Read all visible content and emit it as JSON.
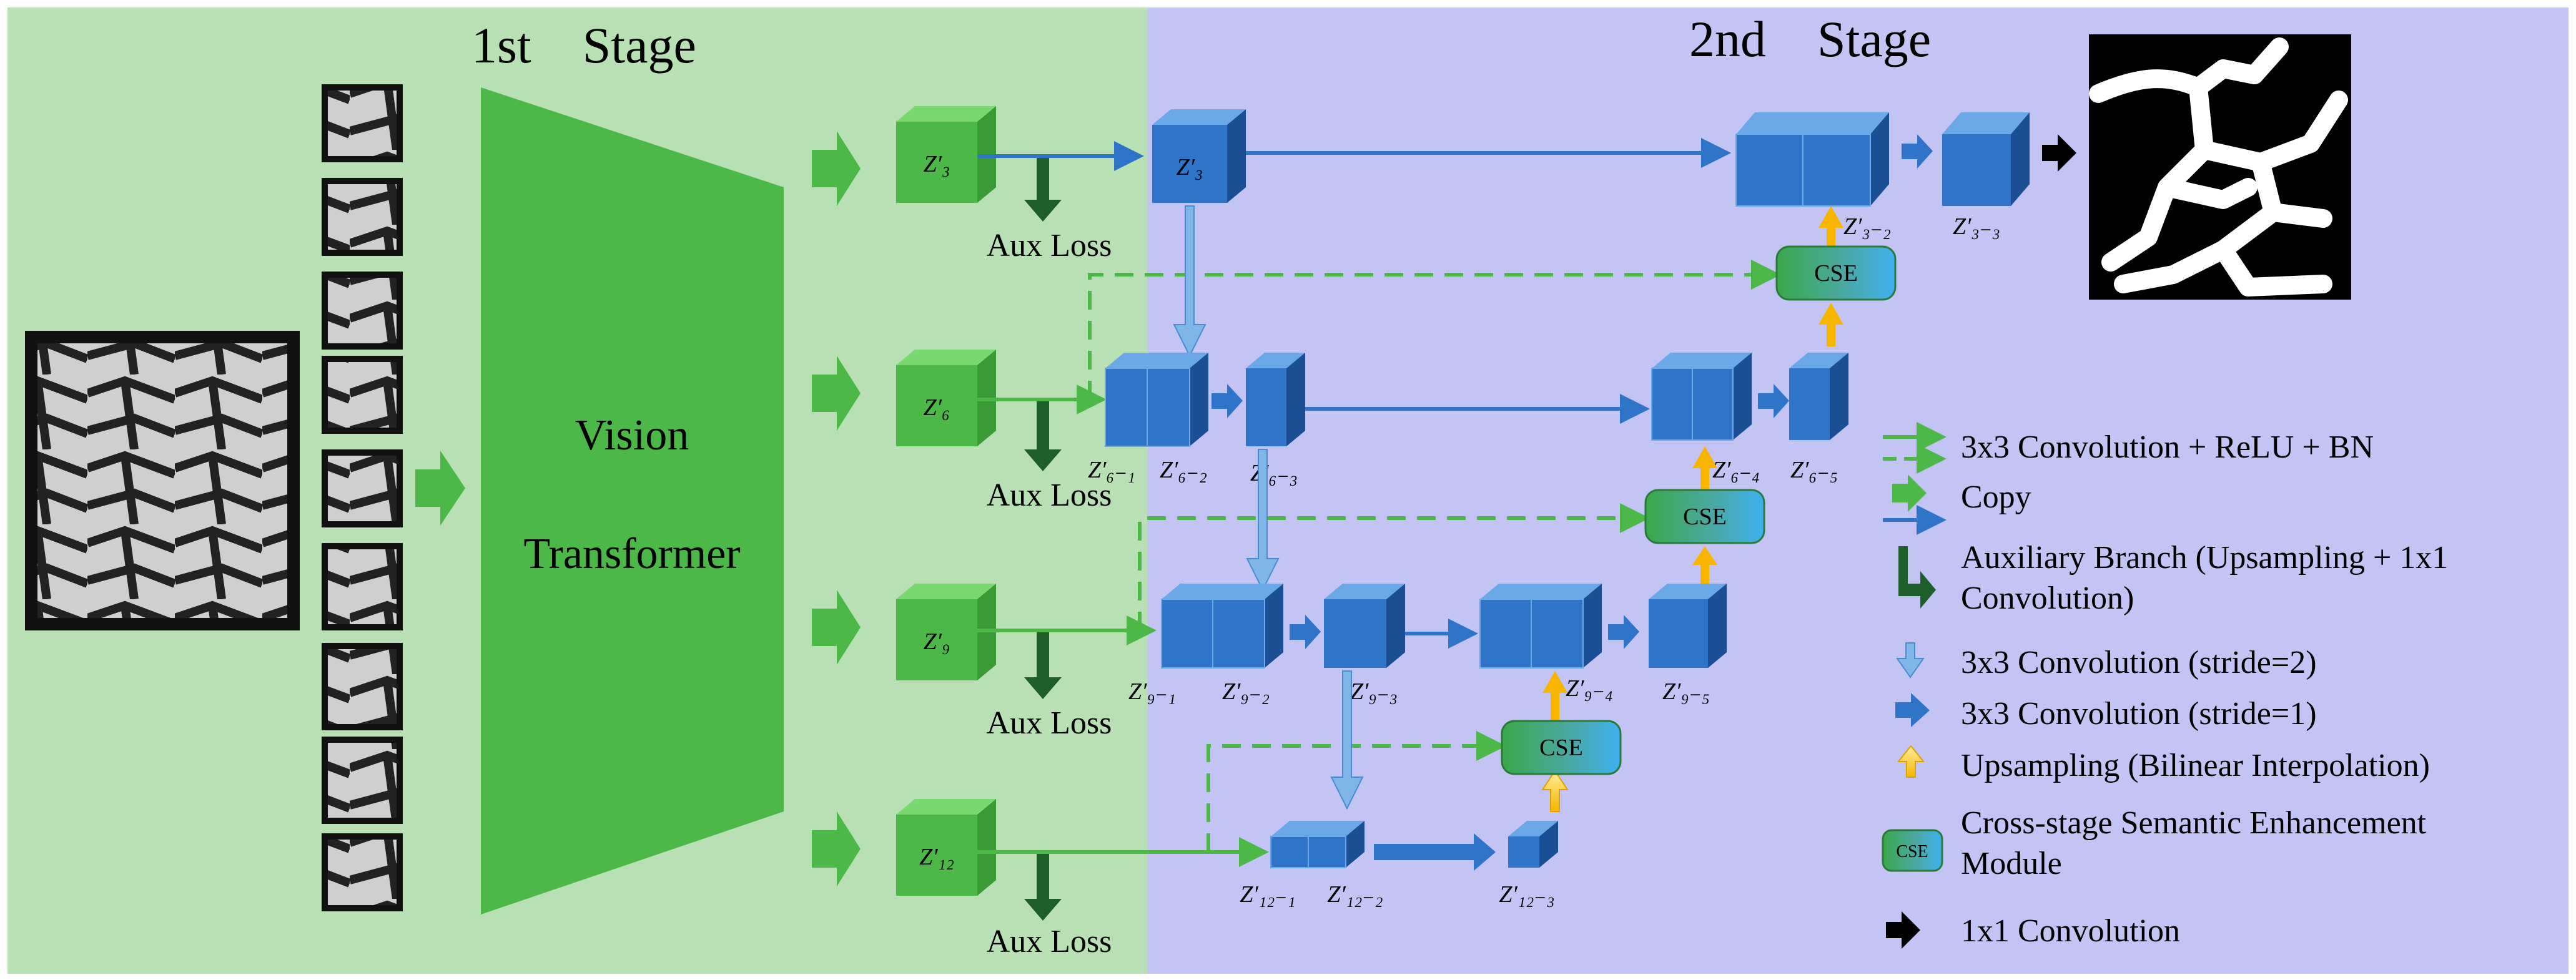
{
  "stages": {
    "first": "1st    Stage",
    "second": "2nd    Stage"
  },
  "vit": {
    "line1": "Vision",
    "line2": "Transformer"
  },
  "aux_loss": "Aux Loss",
  "cse_label": "CSE",
  "blocks": {
    "z3": "Z′₃",
    "z6": "Z′₆",
    "z9": "Z′₉",
    "z12": "Z′₁₂",
    "z3b": "Z′₃",
    "z3_2": "Z′₃₋₂",
    "z3_3": "Z′₃₋₃",
    "z6_1": "Z′₆₋₁",
    "z6_2": "Z′₆₋₂",
    "z6_3": "Z′₆₋₃",
    "z6_4": "Z′₆₋₄",
    "z6_5": "Z′₆₋₅",
    "z9_1": "Z′₉₋₁",
    "z9_2": "Z′₉₋₂",
    "z9_3": "Z′₉₋₃",
    "z9_4": "Z′₉₋₄",
    "z9_5": "Z′₉₋₅",
    "z12_1": "Z′₁₂₋₁",
    "z12_2": "Z′₁₂₋₂",
    "z12_3": "Z′₁₂₋₃"
  },
  "legend": {
    "conv_relu_bn": "3x3 Convolution + ReLU + BN",
    "copy": "Copy",
    "aux_line1": "Auxiliary Branch (Upsampling + 1x1",
    "aux_line2": "Convolution)",
    "conv_s2": "3x3 Convolution (stride=2)",
    "conv_s1": "3x3 Convolution (stride=1)",
    "upsampling": "Upsampling (Bilinear Interpolation)",
    "cse_line1": "Cross-stage Semantic Enhancement",
    "cse_line2": "Module",
    "conv1x1": "1x1 Convolution"
  },
  "colors": {
    "stage1_bg": "#b8e0b4",
    "stage2_bg": "#c4c4f4",
    "green": "#4cb848",
    "blue": "#2e74c8",
    "light_blue": "#7fb6e8",
    "dark_green": "#1e5e2a",
    "yellow": "#f7b500"
  }
}
